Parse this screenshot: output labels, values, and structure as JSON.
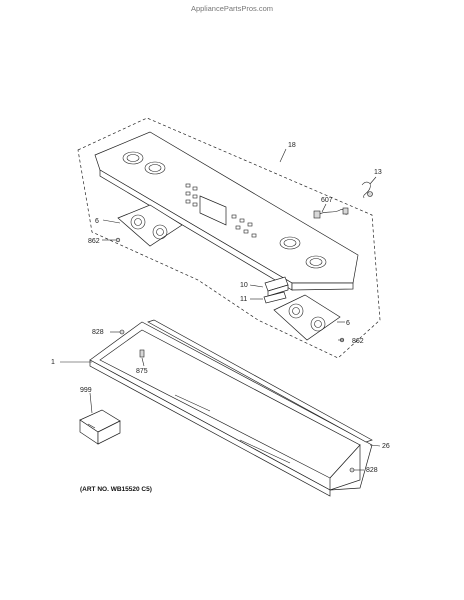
{
  "watermark": "AppliancePartsPros.com",
  "art_number": "(ART NO. WB15520 C5)",
  "callouts": {
    "c18": "18",
    "c13": "13",
    "c607": "607",
    "c6_left": "6",
    "c862_left": "862",
    "c10": "10",
    "c11": "11",
    "c6_right": "6",
    "c862_right": "862",
    "c828_top": "828",
    "c1": "1",
    "c875": "875",
    "c999": "999",
    "c26": "26",
    "c828_bottom": "828"
  }
}
